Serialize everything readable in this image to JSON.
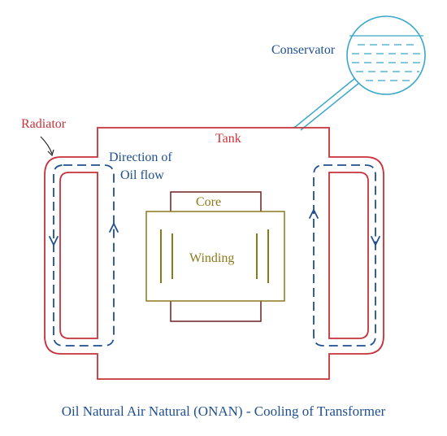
{
  "labels": {
    "conservator": "Conservator",
    "radiator": "Radiator",
    "tank": "Tank",
    "direction_line1": "Direction of",
    "direction_line2": "Oil flow",
    "core": "Core",
    "winding": "Winding"
  },
  "caption": "Oil Natural Air Natural (ONAN) - Cooling of Transformer",
  "colors": {
    "tank": "#c8323a",
    "oil_flow": "#1f4f8f",
    "conservator": "#3ba7c9",
    "core_winding": "#8a7a1a",
    "core_outline": "#6b2020",
    "caption": "#1f4f8f",
    "radiator_label": "#c8323a",
    "tank_label": "#c8323a"
  }
}
